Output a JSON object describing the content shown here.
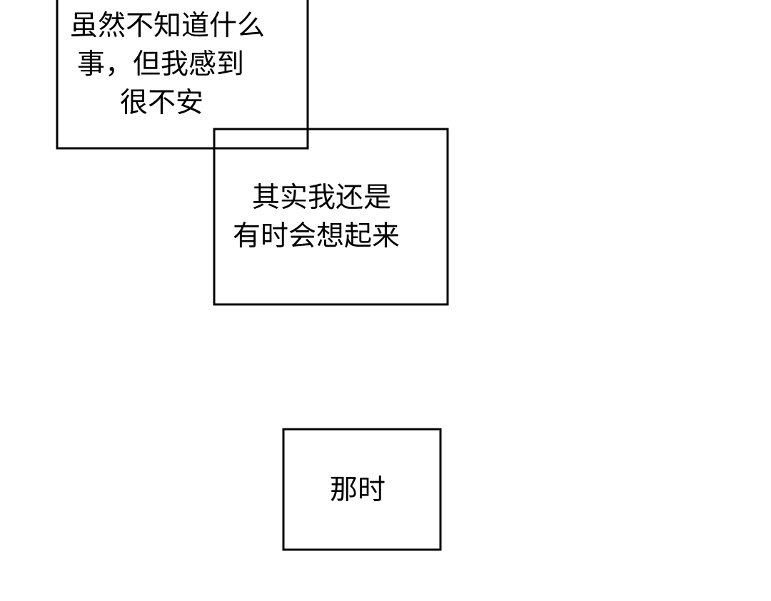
{
  "captions": {
    "box1": {
      "lines": [
        "虽然不知道什么",
        "事，但我感到",
        "很不安"
      ]
    },
    "box2": {
      "lines": [
        "其实我还是",
        "有时会想起来"
      ]
    },
    "box3": {
      "lines": [
        "那时"
      ]
    }
  }
}
